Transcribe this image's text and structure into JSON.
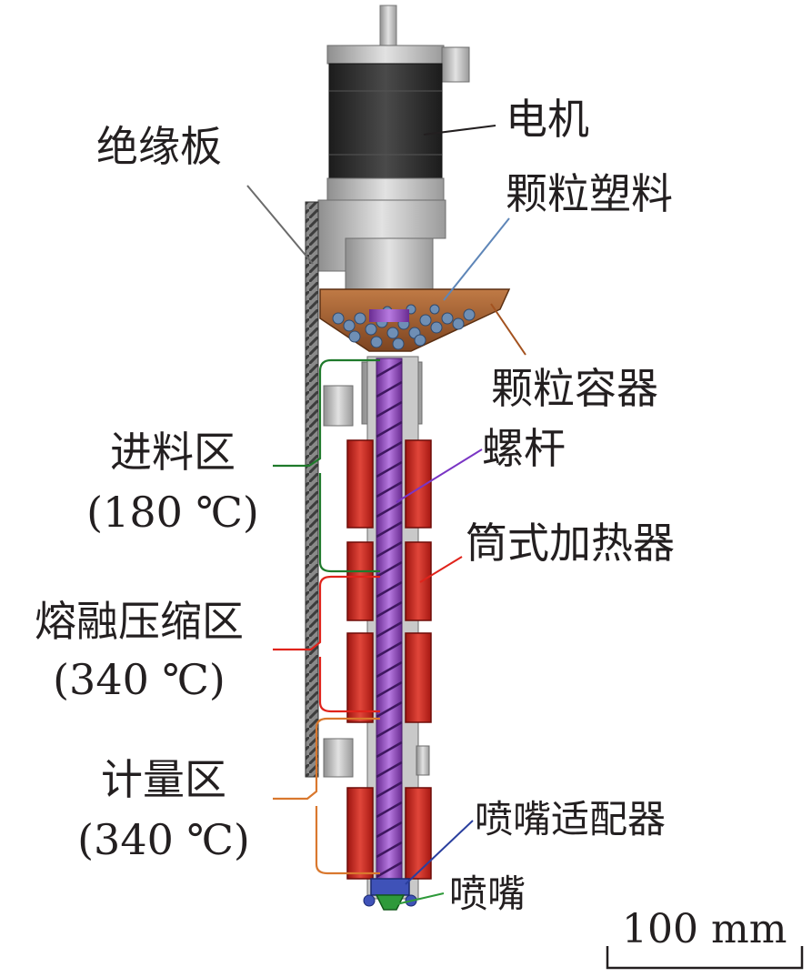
{
  "labels": {
    "motor": "电机",
    "insulation_plate": "绝缘板",
    "pellet_plastic": "颗粒塑料",
    "pellet_container": "颗粒容器",
    "screw": "螺杆",
    "band_heater": "筒式加热器",
    "nozzle_adapter": "喷嘴适配器",
    "nozzle": "喷嘴"
  },
  "zones": {
    "feed": {
      "name": "进料区",
      "temp": "(180 ℃)"
    },
    "melt": {
      "name": "熔融压缩区",
      "temp": "(340 ℃)"
    },
    "metering": {
      "name": "计量区",
      "temp": "(340 ℃)"
    }
  },
  "scale_bar": {
    "label": "100 mm"
  },
  "colors": {
    "motor_body": "#2b2b2b",
    "metal": "#b9b9b9",
    "insulation": "#6b6b6b",
    "container": "#9c5a2e",
    "pellets": "#6f8fb5",
    "screw": "#9a4fc4",
    "heater": "#cc2a22",
    "feed_zone_line": "#1f7a2b",
    "melt_zone_line": "#e0231b",
    "metering_zone_line": "#d9782e",
    "screw_leader": "#7a35c4",
    "pellet_leader": "#5e86b8",
    "adapter_leader": "#2a3f9e",
    "nozzle_leader": "#2e9a3a",
    "container_leader": "#a3521f"
  }
}
